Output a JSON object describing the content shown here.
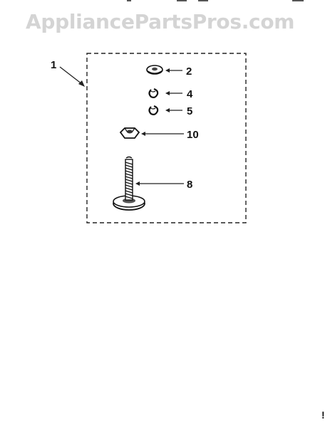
{
  "watermark": {
    "text": "AppliancePartsPros.com",
    "color": "#d4d4d4"
  },
  "diagram": {
    "assembly_callout": "1",
    "callouts": [
      {
        "label": "2",
        "part": "washer-icon"
      },
      {
        "label": "4",
        "part": "clip-icon"
      },
      {
        "label": "5",
        "part": "clip-icon"
      },
      {
        "label": "10",
        "part": "hex-nut-icon"
      },
      {
        "label": "8",
        "part": "leveling-leg-icon"
      }
    ]
  },
  "corner_mark": "!"
}
